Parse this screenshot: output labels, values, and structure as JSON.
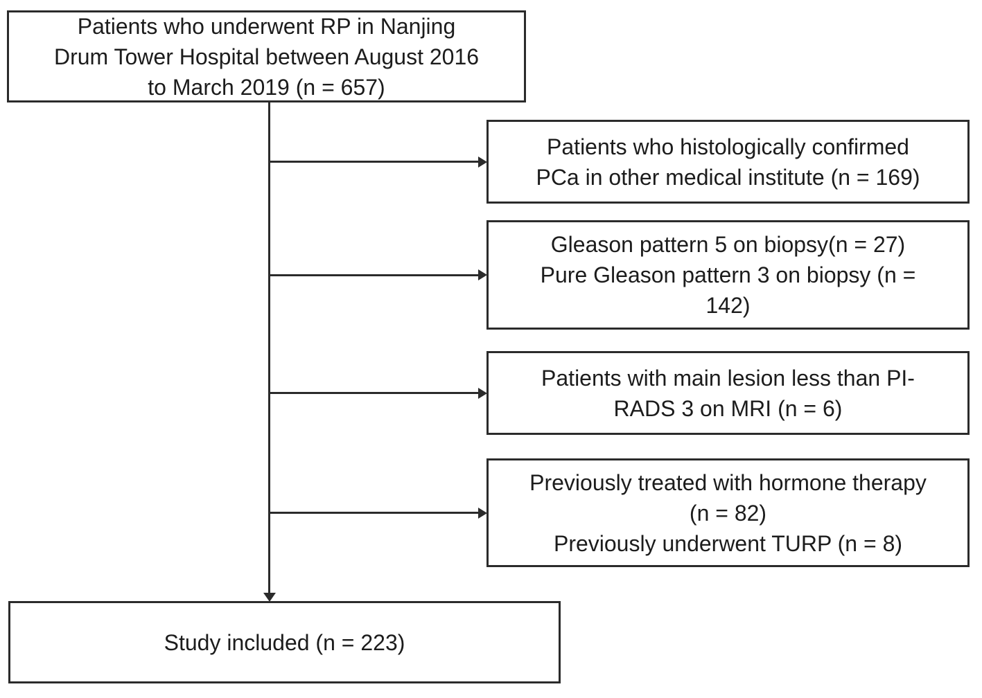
{
  "flowchart": {
    "source": {
      "label": "Patients who underwent RP in Nanjing\nDrum Tower Hospital between August 2016\nto March 2019 (n = 657)",
      "n": 657
    },
    "exclusions": [
      {
        "label": "Patients who histologically confirmed\nPCa in other medical institute (n = 169)",
        "counts": [
          169
        ]
      },
      {
        "label": "Gleason pattern 5 on biopsy(n = 27)\nPure Gleason pattern 3 on biopsy (n =\n142)",
        "counts": [
          27,
          142
        ]
      },
      {
        "label": "Patients with main lesion less than PI-\nRADS 3 on MRI (n = 6)",
        "counts": [
          6
        ]
      },
      {
        "label": "Previously treated with hormone therapy\n(n = 82)\nPreviously underwent TURP (n = 8)",
        "counts": [
          82,
          8
        ]
      }
    ],
    "result": {
      "label": "Study included (n = 223)",
      "n": 223
    },
    "colors": {
      "line": "#2b2b2b",
      "text": "#1c1c1c",
      "box_fill": "#ffffff",
      "background": "#ffffff"
    }
  }
}
